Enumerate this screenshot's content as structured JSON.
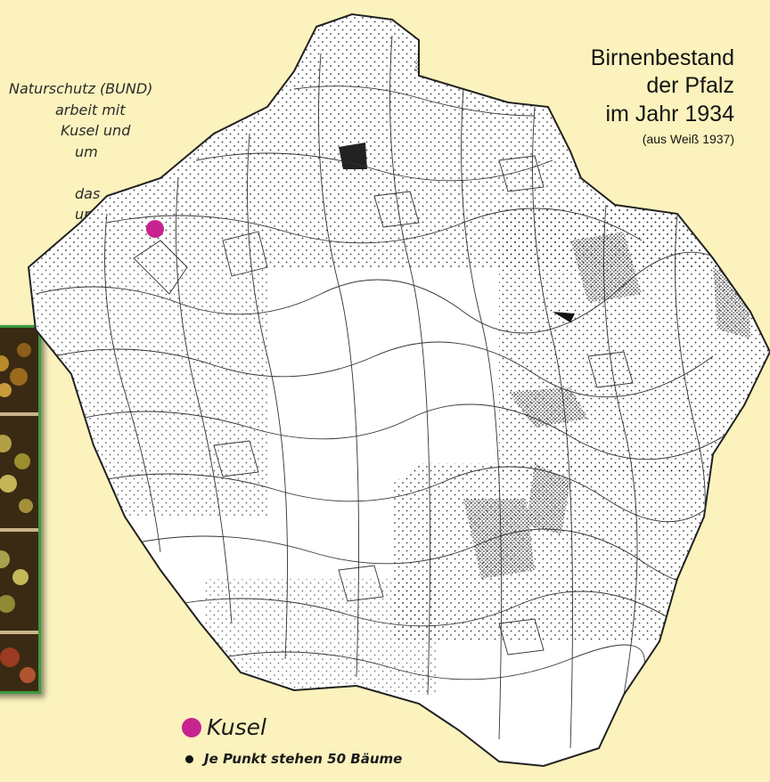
{
  "intro_lines": [
    "Naturschutz (BUND)",
    "arbeit mit",
    "Kusel und",
    "um",
    "",
    "das",
    "urch"
  ],
  "title": {
    "line1": "Birnenbestand",
    "line2": "der Pfalz",
    "line3": "im Jahr 1934",
    "source": "(aus Weiß 1937)"
  },
  "legend": {
    "kusel": "Kusel",
    "dot_meaning": "Je Punkt stehen 50 Bäume"
  },
  "colors": {
    "background": "#fbf2bd",
    "marker": "#c8238f",
    "photo_frame": "#3c9a3e",
    "map_fill": "#ffffff",
    "map_line": "#333333"
  }
}
